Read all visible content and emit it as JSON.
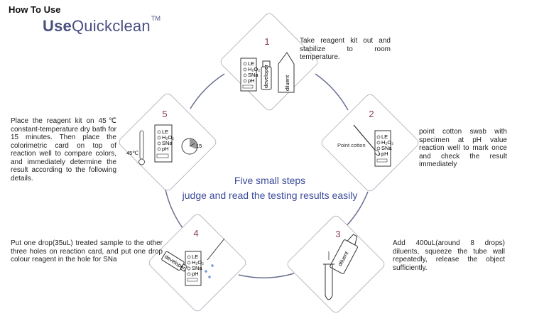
{
  "page": {
    "heading": "How To Use",
    "brand": {
      "bold": "Use",
      "rest": "Quickclean",
      "tm": "TM"
    }
  },
  "center": {
    "line1": "Five small steps",
    "line2": "judge and read the testing results easily"
  },
  "steps": [
    {
      "number": "1",
      "text": "Take reagent kit out and stabilize to room temperature.",
      "labels": [
        "developer",
        "diluent",
        "LE",
        "H₂O₂",
        "SNa",
        "pH"
      ]
    },
    {
      "number": "2",
      "text": "point cotton swab with specimen at pH value reaction well to mark once and check the result immediately",
      "labels": [
        "Point cotton",
        "LE",
        "H₂O₂",
        "SNa",
        "pH"
      ]
    },
    {
      "number": "3",
      "text": "Add 400uL(around 8 drops) diluents, squeeze the tube wall repeatedly, release the object sufficiently.",
      "labels": [
        "diluent"
      ]
    },
    {
      "number": "4",
      "text": "Put one drop(35uL) treated sample to the other three holes on reaction card, and put one drop colour reagent in the hole for SNa",
      "labels": [
        "developer",
        "LE",
        "H₂O₂",
        "SNa",
        "pH"
      ]
    },
    {
      "number": "5",
      "text": "Place the reagent kit on 45℃ constant-temperature dry bath for 15 minutes. Then place the colorimetric card on top of reaction well to compare colors, and immediately determine the result according to the following details.",
      "labels": [
        "45℃",
        "LE",
        "H₂O₂",
        "SNa",
        "pH",
        "15"
      ]
    }
  ],
  "colors": {
    "accent": "#4a4f80",
    "number": "#8a3a5a",
    "line": "#6a6f8f",
    "center_text": "#3c4c9a"
  }
}
